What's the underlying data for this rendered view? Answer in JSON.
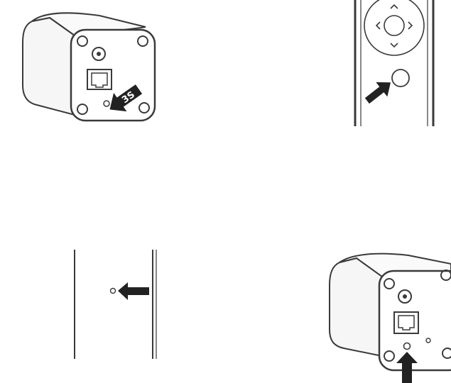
{
  "diagram": {
    "steps": [
      {
        "id": "step-1",
        "badge": "3S"
      },
      {
        "id": "step-2"
      },
      {
        "id": "step-3"
      },
      {
        "id": "step-4"
      }
    ],
    "colors": {
      "line": "#3a3a3a",
      "arrow": "#222222",
      "body_fill": "#f4f4f4",
      "background": "#ffffff"
    },
    "icons": [
      "camera-back-icon",
      "reset-arrow-icon",
      "remote-dpad-icon",
      "push-arrow-icon",
      "wall-mount-icon"
    ]
  }
}
